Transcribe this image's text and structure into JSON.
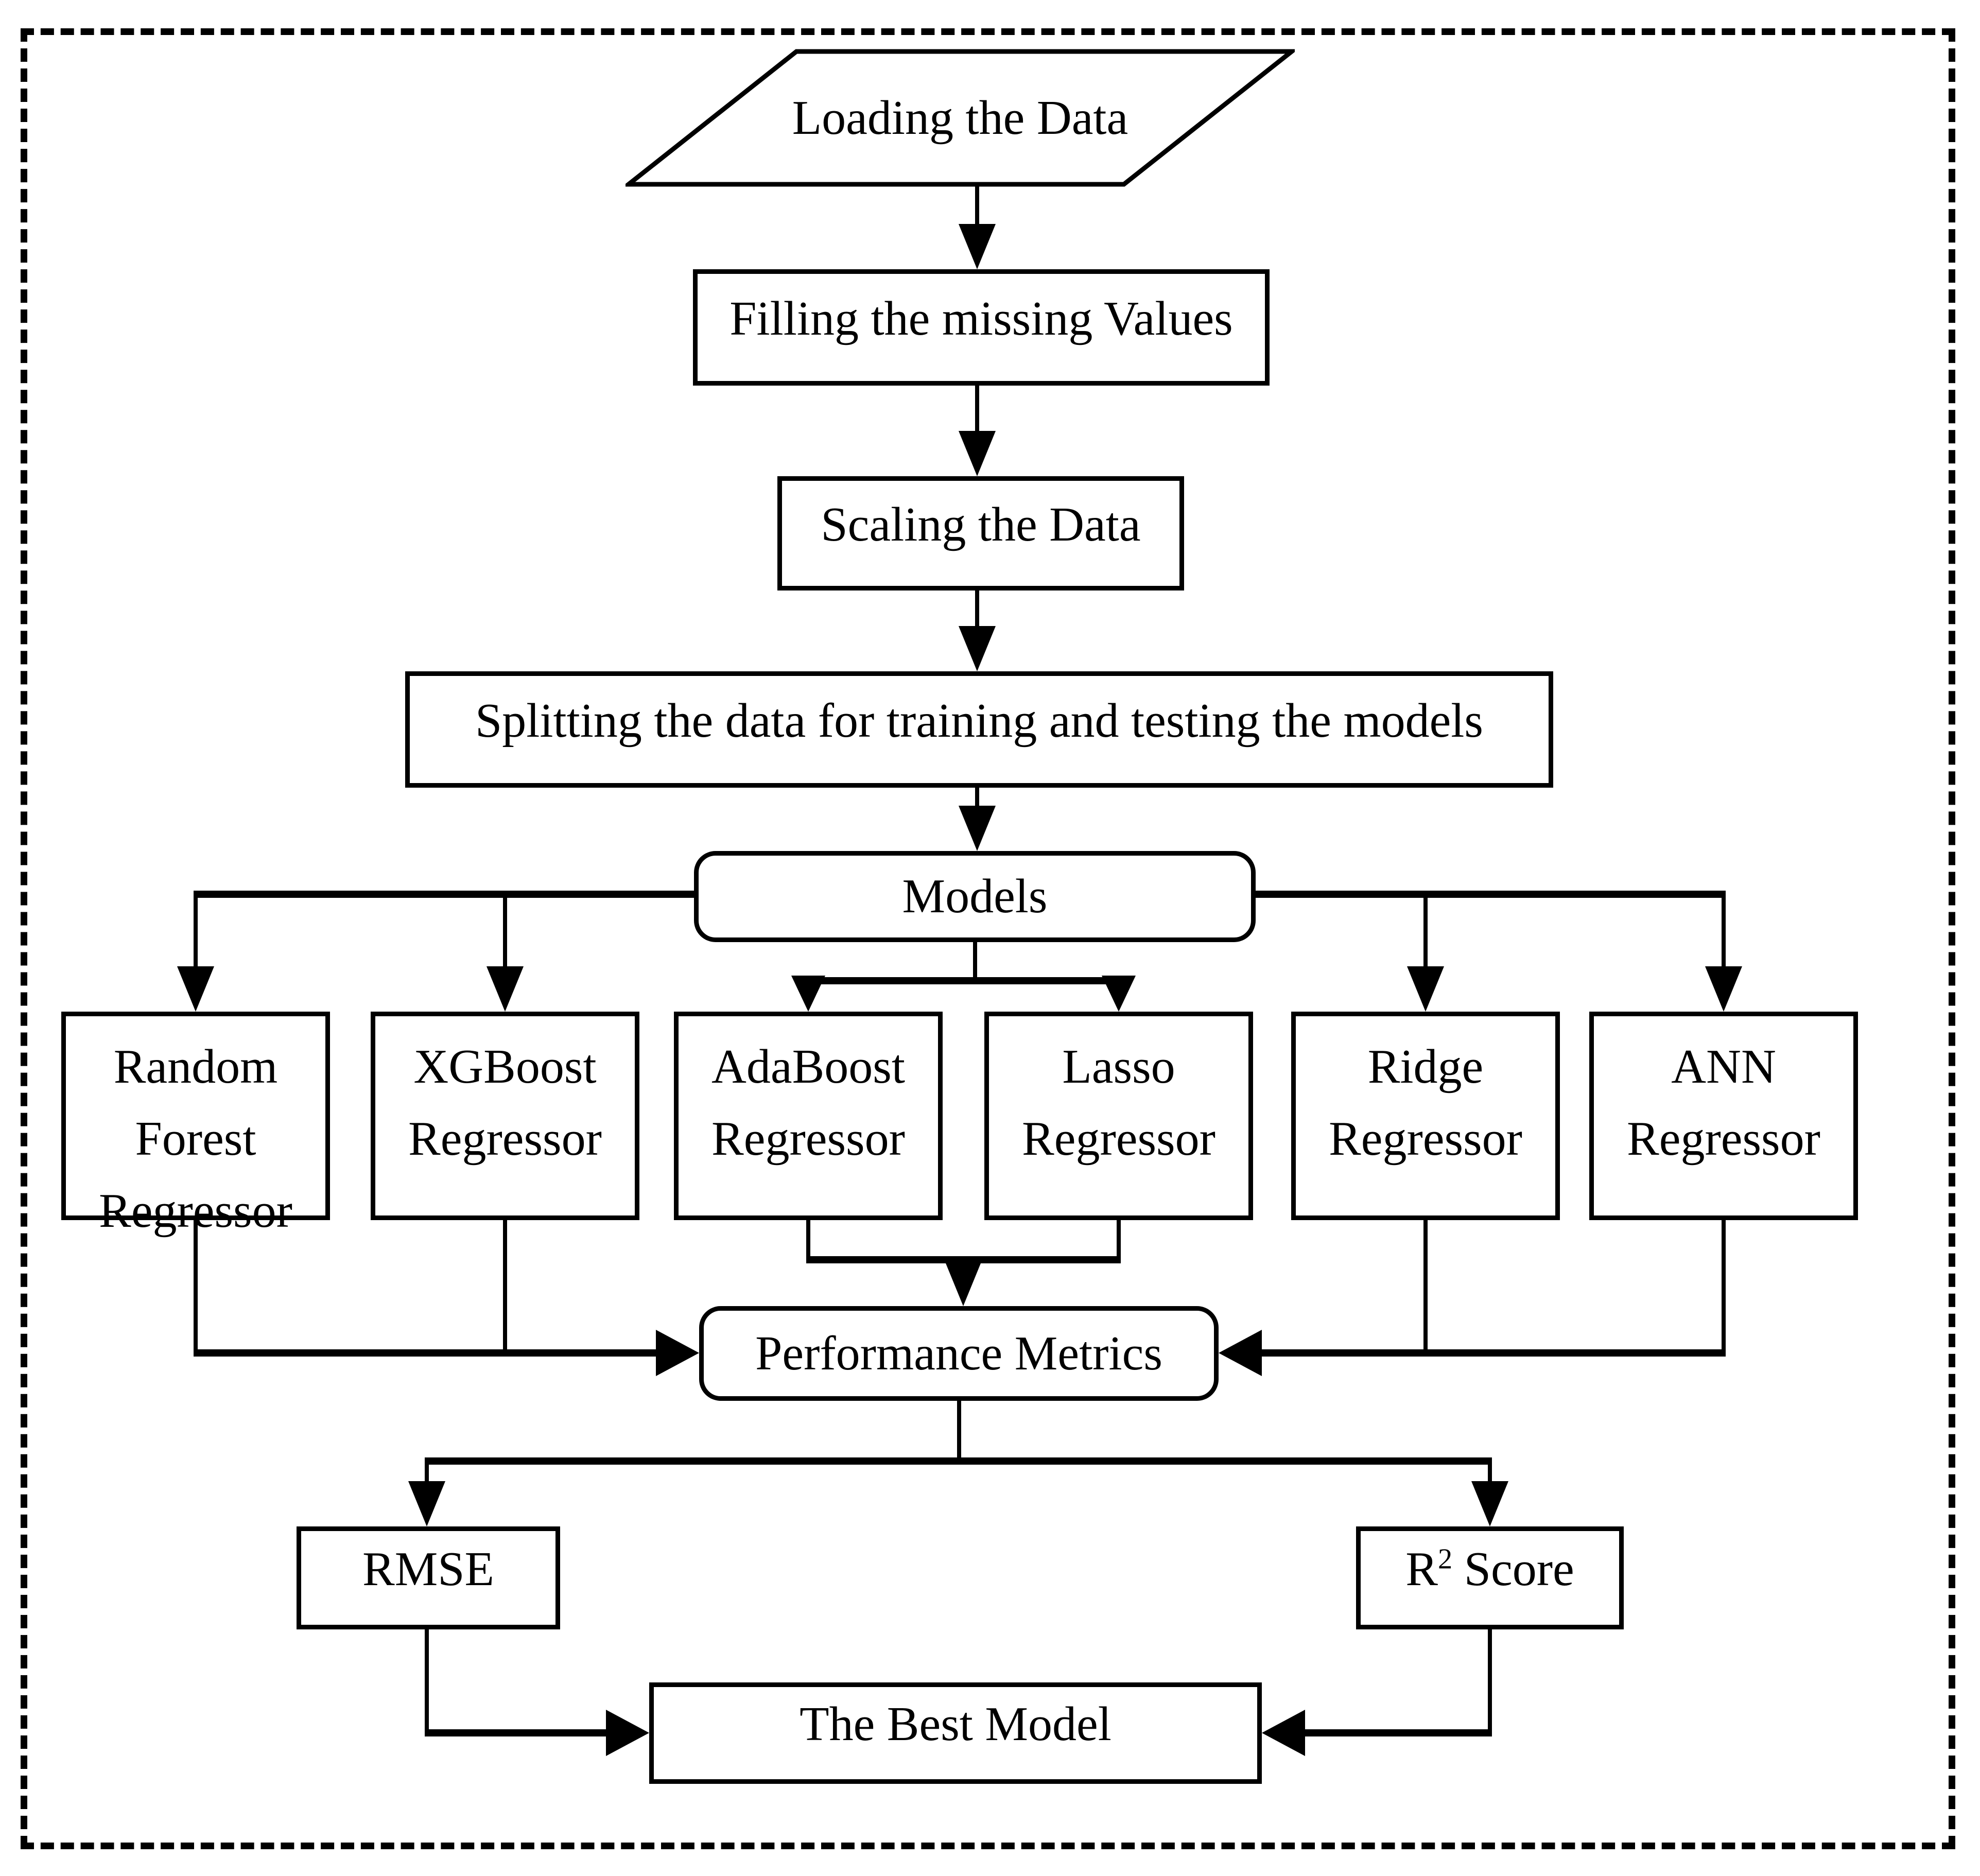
{
  "diagram": {
    "type": "flowchart",
    "background_color": "#ffffff",
    "line_color": "#000000",
    "nodes": {
      "loading": {
        "label": "Loading the Data",
        "shape": "parallelogram"
      },
      "filling": {
        "label": "Filling the missing Values",
        "shape": "rectangle"
      },
      "scaling": {
        "label": "Scaling the Data",
        "shape": "rectangle"
      },
      "splitting": {
        "label": "Splitting the data for training and testing the models",
        "shape": "rectangle"
      },
      "models": {
        "label": "Models",
        "shape": "rounded-rectangle"
      },
      "random_forest": {
        "lines": [
          "Random",
          "Forest",
          "Regressor"
        ],
        "shape": "rectangle"
      },
      "xgboost": {
        "lines": [
          "XGBoost",
          "Regressor"
        ],
        "shape": "rectangle"
      },
      "adaboost": {
        "lines": [
          "AdaBoost",
          "Regressor"
        ],
        "shape": "rectangle"
      },
      "lasso": {
        "lines": [
          "Lasso",
          "Regressor"
        ],
        "shape": "rectangle"
      },
      "ridge": {
        "lines": [
          "Ridge",
          "Regressor"
        ],
        "shape": "rectangle"
      },
      "ann": {
        "lines": [
          "ANN",
          "Regressor"
        ],
        "shape": "rectangle"
      },
      "performance": {
        "label": "Performance Metrics",
        "shape": "rounded-rectangle"
      },
      "rmse": {
        "label": "RMSE",
        "shape": "rectangle"
      },
      "r2": {
        "base": "R",
        "sup": "2",
        "rest": "Score",
        "shape": "rectangle"
      },
      "best": {
        "label": "The Best Model",
        "shape": "rectangle"
      }
    },
    "edges": [
      {
        "from": "loading",
        "to": "filling"
      },
      {
        "from": "filling",
        "to": "scaling"
      },
      {
        "from": "scaling",
        "to": "splitting"
      },
      {
        "from": "splitting",
        "to": "models"
      },
      {
        "from": "models",
        "to": "random_forest"
      },
      {
        "from": "models",
        "to": "xgboost"
      },
      {
        "from": "models",
        "to": "adaboost"
      },
      {
        "from": "models",
        "to": "lasso"
      },
      {
        "from": "models",
        "to": "ridge"
      },
      {
        "from": "models",
        "to": "ann"
      },
      {
        "from": "random_forest",
        "to": "performance"
      },
      {
        "from": "xgboost",
        "to": "performance"
      },
      {
        "from": "adaboost",
        "to": "performance"
      },
      {
        "from": "lasso",
        "to": "performance"
      },
      {
        "from": "ridge",
        "to": "performance"
      },
      {
        "from": "ann",
        "to": "performance"
      },
      {
        "from": "performance",
        "to": "rmse"
      },
      {
        "from": "performance",
        "to": "r2"
      },
      {
        "from": "rmse",
        "to": "best"
      },
      {
        "from": "r2",
        "to": "best"
      }
    ]
  }
}
